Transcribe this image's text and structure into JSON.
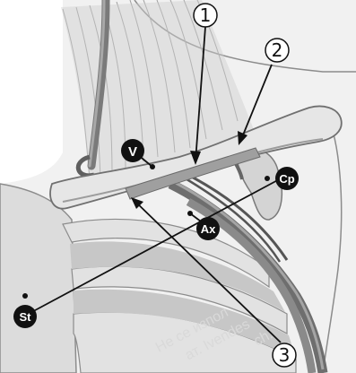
{
  "figure": {
    "numbered_callouts": [
      "1",
      "2",
      "3"
    ],
    "badges": {
      "v": "V",
      "cp": "Cp",
      "ax": "Ax",
      "st": "St"
    },
    "watermark": [
      "Не се изпол",
      "ат. Ivendes",
      "ch."
    ]
  },
  "colors": {
    "background": "#ffffff",
    "skin": "#e9e9e9",
    "muscle": "#bdbdbd",
    "bone": "#d9d9d9",
    "vessel": "#7a7a7a",
    "line": "#111111",
    "badge": "#111111"
  }
}
